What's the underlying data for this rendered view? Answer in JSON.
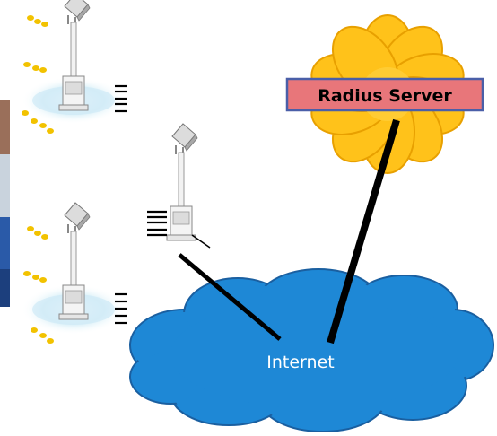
{
  "nodes": {
    "server": {
      "label": "Radius Server"
    },
    "internet": {
      "label": "Internet"
    }
  },
  "colors": {
    "cloud_fill": "#1e88d6",
    "cloud_stroke": "#1a5fa0",
    "flower_fill": "#ffc21a",
    "flower_stroke": "#e8a000",
    "server_box_fill": "#e8767a",
    "server_box_stroke": "#4a5fa8",
    "link": "#000000",
    "internet_text": "#ffffff"
  },
  "icons": {
    "access_point": "street-lamp-access-point-icon",
    "photo": "building-photo-edge"
  }
}
